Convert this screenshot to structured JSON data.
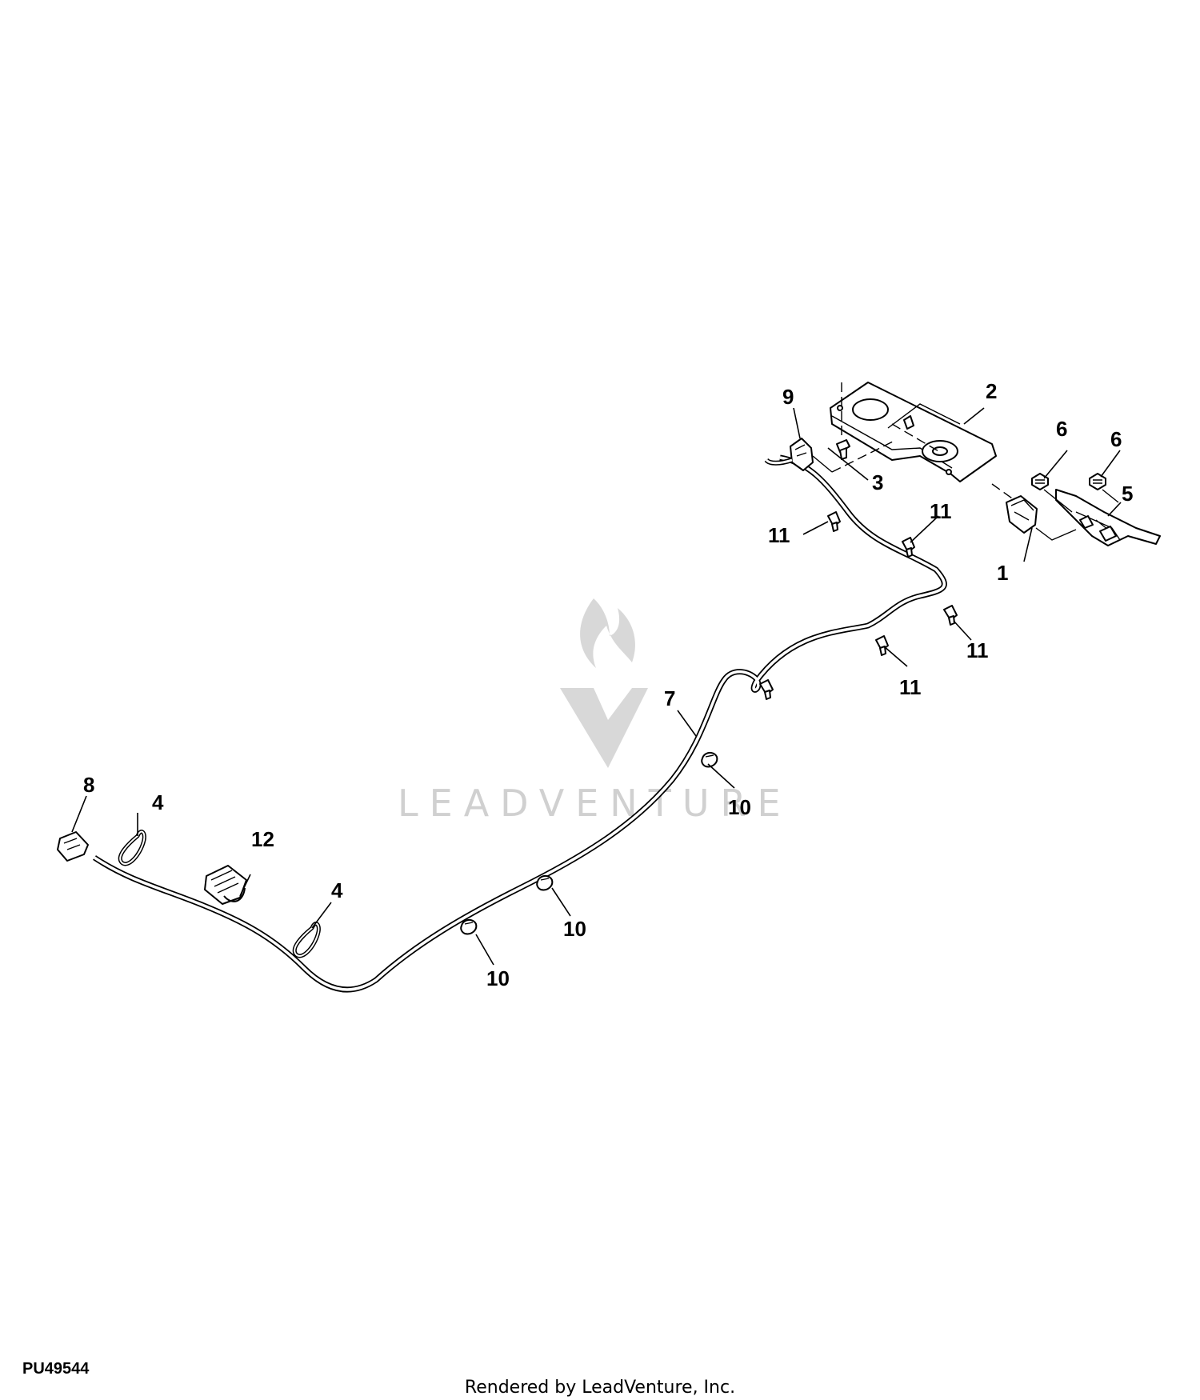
{
  "watermark": {
    "brand": "LEADVENTURE"
  },
  "callouts": {
    "c1": "1",
    "c2": "2",
    "c3": "3",
    "c4a": "4",
    "c4b": "4",
    "c5": "5",
    "c6a": "6",
    "c6b": "6",
    "c7": "7",
    "c8": "8",
    "c9": "9",
    "c10a": "10",
    "c10b": "10",
    "c10c": "10",
    "c11a": "11",
    "c11b": "11",
    "c11c": "11",
    "c11d": "11",
    "c12": "12"
  },
  "figure_id": "PU49544",
  "credit": "Rendered by LeadVenture, Inc."
}
